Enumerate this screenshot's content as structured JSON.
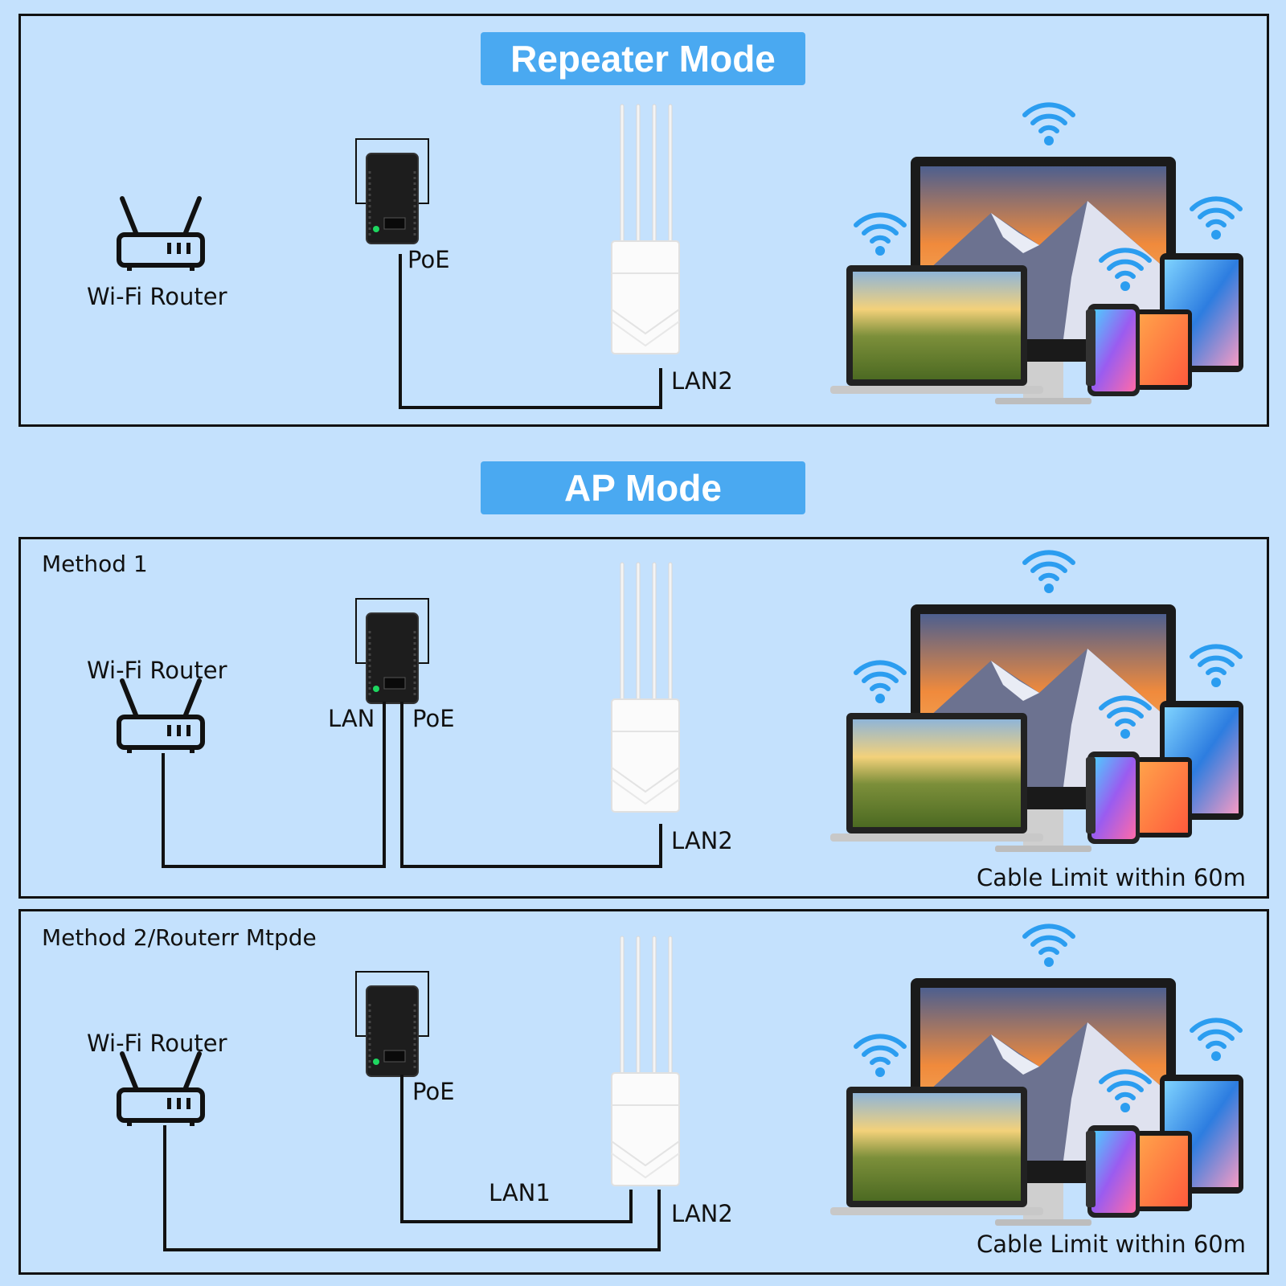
{
  "repeater": {
    "title": "Repeater Mode",
    "router_label": "Wi-Fi Router",
    "poe_label": "PoE",
    "lan2_label": "LAN2"
  },
  "ap": {
    "title": "AP Mode",
    "method1": {
      "heading": "Method 1",
      "router_label": "Wi-Fi Router",
      "lan_label": "LAN",
      "poe_label": "PoE",
      "lan2_label": "LAN2",
      "cable_note": "Cable Limit within 60m"
    },
    "method2": {
      "heading": "Method 2/Routerr Mtpde",
      "router_label": "Wi-Fi Router",
      "poe_label": "PoE",
      "lan1_label": "LAN1",
      "lan2_label": "LAN2",
      "cable_note": "Cable Limit within 60m"
    }
  },
  "colors": {
    "background": "#c4e1fd",
    "badge": "#4aa9f1",
    "wifi": "#2b9df0"
  }
}
